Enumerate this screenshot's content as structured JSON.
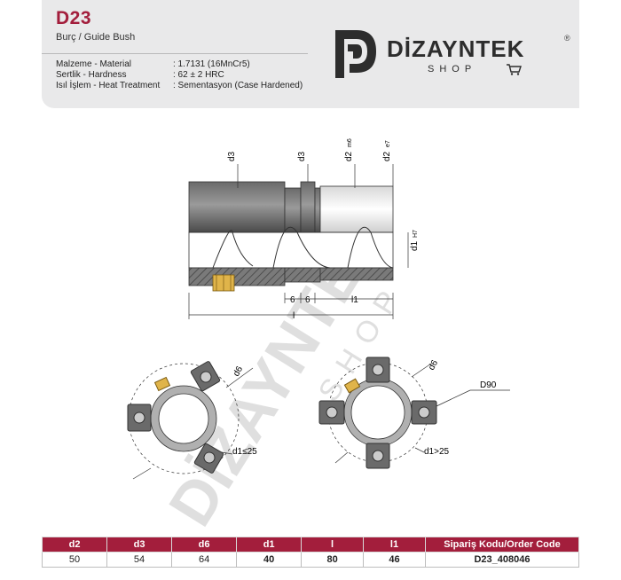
{
  "header": {
    "code": "D23",
    "subtitle": "Burç / Guide Bush",
    "specs": [
      {
        "label": "Malzeme - Material",
        "value": ": 1.7131 (16MnCr5)"
      },
      {
        "label": "Sertlik - Hardness",
        "value": ": 62 ± 2 HRC"
      },
      {
        "label": "Isıl İşlem - Heat Treatment",
        "value": ": Sementasyon (Case Hardened)"
      }
    ]
  },
  "logo": {
    "brand": "DİZAYNTEK",
    "shop": "SHOP",
    "registered": "®"
  },
  "watermark": {
    "brand": "DİZAYNTEK",
    "shop": "SHOP"
  },
  "drawing": {
    "labels": {
      "d3a": "d3",
      "d3b": "d3",
      "d2m6": "d2",
      "m6": "m6",
      "d2e7": "d2",
      "e7": "e7",
      "d1H7": "d1",
      "H7": "H7",
      "six_a": "6",
      "six_b": "6",
      "l1": "l1",
      "l": "l",
      "d6a": "d6",
      "d6b": "d6",
      "d1le25": "d1≤25",
      "d1gt25": "d1>25",
      "D90": "D90"
    }
  },
  "table": {
    "headers": [
      "d2",
      "d3",
      "d6",
      "d1",
      "l",
      "l1",
      "Sipariş Kodu/Order Code"
    ],
    "rows": [
      {
        "cells": [
          "50",
          "54",
          "64",
          "40",
          "80",
          "46",
          "D23_408046"
        ],
        "bold": [
          false,
          false,
          false,
          true,
          true,
          true,
          true
        ]
      }
    ]
  },
  "colors": {
    "accent": "#a31e3c",
    "header_bg": "#e9e9ea",
    "brass": "#e0b44a",
    "steel_dark": "#5e5e5e"
  }
}
